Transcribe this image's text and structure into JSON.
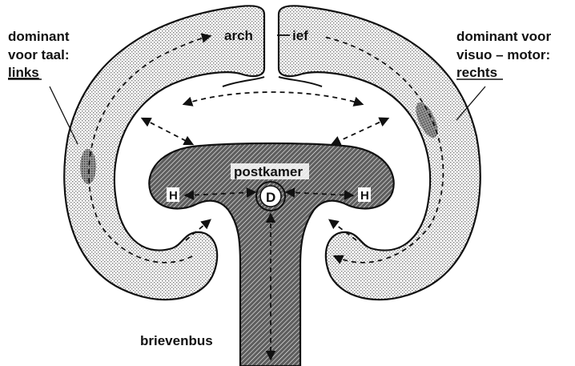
{
  "labels": {
    "left_top": "dominant",
    "left_mid": "voor taal:",
    "left_side": "links",
    "right_top": "dominant voor",
    "right_mid": "visuo – motor:",
    "right_side": "rechts",
    "archive_left": "arch",
    "archive_right": "ief",
    "center_room": "postkamer",
    "center_node": "D",
    "hub_left": "H",
    "hub_right": "H",
    "stem": "brievenbus"
  },
  "colors": {
    "ink": "#111111",
    "stipple": "#9a9a9a",
    "shade": "#3a3a3a"
  }
}
